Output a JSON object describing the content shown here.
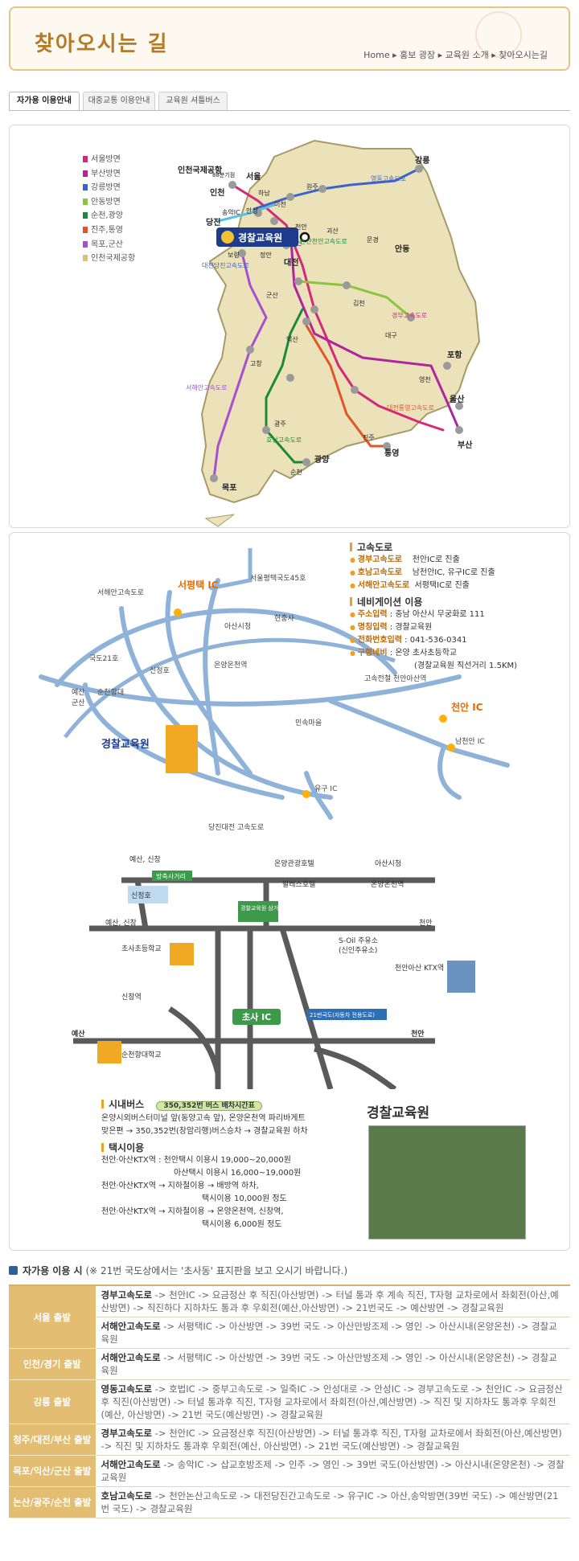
{
  "header": {
    "title": "찾아오시는 길",
    "breadcrumb": [
      "Home",
      "홍보 광장",
      "교육원 소개",
      "찾아오시는길"
    ]
  },
  "tabs": [
    "자가용 이용안내",
    "대중교통 이용안내",
    "교육원 셔틀버스"
  ],
  "legend": [
    {
      "label": "서울방면",
      "color": "#d4297a"
    },
    {
      "label": "부산방면",
      "color": "#b0259e"
    },
    {
      "label": "강릉방면",
      "color": "#3e63c8"
    },
    {
      "label": "안동방면",
      "color": "#8bc53f"
    },
    {
      "label": "순천,광양",
      "color": "#1a8a3a"
    },
    {
      "label": "진주,통영",
      "color": "#e2552a"
    },
    {
      "label": "목포,군산",
      "color": "#a64fd0"
    },
    {
      "label": "인천국제공항",
      "color": "#d8c27a"
    }
  ],
  "map1": {
    "cities": [
      "인천국제공항",
      "88분기점",
      "서울",
      "하남",
      "이천",
      "원주",
      "강릉",
      "영동고속도로",
      "인천",
      "송악IC",
      "안성",
      "당진",
      "아산",
      "천안",
      "괴산",
      "문경",
      "안동",
      "보령",
      "정안",
      "대전",
      "논산천안고속도로",
      "대천당진고속도로",
      "군산",
      "김천",
      "대구",
      "포항",
      "경부고속도로",
      "고창",
      "익산",
      "영천",
      "울산",
      "서해안고속도로",
      "광주",
      "대전통영고속도로",
      "진주",
      "통영",
      "부산",
      "목포",
      "호남고속도로",
      "순천",
      "광양"
    ],
    "marker": "경찰교육원"
  },
  "map2": {
    "labels": [
      "서해안고속도로",
      "서평택 IC",
      "서울평택국도45호",
      "현충사",
      "아산시청",
      "국도21호",
      "신정호",
      "온양온천역",
      "순천향대",
      "예산",
      "군산",
      "고속전철 천안아산역",
      "천안 IC",
      "남천안 IC",
      "민속마을",
      "경찰교육원",
      "유구 IC",
      "당진대전 고속도로"
    ]
  },
  "info": {
    "highway_title": "고속도로",
    "highway": [
      {
        "k": "경부고속도로",
        "v": "천안IC로 진출"
      },
      {
        "k": "호남고속도로",
        "v": "남천안IC, 유구IC로 진출"
      },
      {
        "k": "서해안고속도로",
        "v": "서평택IC로 진출"
      }
    ],
    "nav_title": "네비게이션 이용",
    "nav": [
      {
        "k": "주소입력",
        "v": "충남 아산시 무궁화로 111"
      },
      {
        "k": "명칭입력",
        "v": "경찰교육원"
      },
      {
        "k": "전화번호입력",
        "v": "041-536-0341"
      },
      {
        "k": "구형네비",
        "v": "온양 초사초등학교"
      }
    ],
    "nav_note": "(경찰교육원 직선거리 1.5KM)"
  },
  "map3": {
    "labels": [
      "예산, 신창",
      "방축사거리",
      "온양관광호텔",
      "아산시청",
      "신정호",
      "팔레스호텔",
      "온양온천역",
      "경찰교육원 삼거리",
      "예산, 신창",
      "천안",
      "S-Oil 주유소",
      "(신인주유소)",
      "초사초등학교",
      "천안아산 KTX역",
      "신창역",
      "초사 IC",
      "21번국도(자동차 전용도로)",
      "예산",
      "천안",
      "순천향대학교"
    ]
  },
  "bus": {
    "title": "시내버스",
    "badge": "350,352번 버스 배차시간표",
    "lines": [
      "온양시외버스터미널 앞(동양고속 앞), 온양온천역 파리바게트",
      "맞은편 → 350,352번(창암리행)버스승차 → 경찰교육원 하차"
    ],
    "taxi_title": "택시이용",
    "taxi": [
      "천안·아산KTX역 : 천안택시 이용시 19,000~20,000원",
      "아산택시 이용시 16,000~19,000원",
      "천안·아산KTX역 → 지하철이용 → 배방역 하차,",
      "택시이용 10,000원 정도",
      "천안·아산KTX역 → 지하철이용 → 온양온천역, 신창역,",
      "택시이용 6,000원 정도"
    ],
    "photo_title": "경찰교육원"
  },
  "note": {
    "title": "자가용 이용 시",
    "text": "(※ 21번 국도상에서는 '초사동' 표지판을 보고 오시기 바랍니다.)"
  },
  "routes": [
    {
      "from": "서울 출발",
      "rows": [
        {
          "hw": "경부고속도로",
          "text": " -> 천안IC -> 요금정산 후 직진(아산방면) -> 터널 통과 후 계속 직진, T자형 교차로에서 좌회전(아산,예산방면) -> 직진하다 지하차도 통과 후 우회전(예산,아산방면) -> 21번국도 -> 예산방면 -> 경찰교육원"
        },
        {
          "hw": "서해안고속도로",
          "text": " -> 서평택IC -> 아산방면 -> 39번 국도 -> 아산만방조제 -> 영인 -> 아산시내(온양온천) -> 경찰교육원"
        }
      ]
    },
    {
      "from": "인천/경기 출발",
      "rows": [
        {
          "hw": "서해안고속도로",
          "text": " -> 서평택IC -> 아산방면 -> 39번 국도 -> 아산만방조제 -> 영인 -> 아산시내(온양온천) -> 경찰교육원"
        }
      ]
    },
    {
      "from": "강릉 출발",
      "rows": [
        {
          "hw": "영동고속도로",
          "text": " -> 호법IC -> 중부고속도로 -> 일죽IC -> 안성대로 -> 안성IC -> 경부고속도로 -> 천안IC -> 요금정산후 직진(아산방면) -> 터널 통과후 직진, T자형 교차로에서 좌회전(아산,예산방면) -> 직진 및 지하차도 통과후 우회전(예산, 아산방면) -> 21번 국도(예산방면) -> 경찰교육원"
        }
      ]
    },
    {
      "from": "청주/대전/부산 출발",
      "rows": [
        {
          "hw": "경부고속도로",
          "text": " -> 천안IC -> 요금정산후 직진(아산방면) -> 터널 통과후 직진, T자형 교차로에서 좌회전(아산,예산방면) -> 직진 및 지하차도 통과후 우회전(예산, 아산방면) -> 21번 국도(예산방면) -> 경찰교육원"
        }
      ]
    },
    {
      "from": "목포/익산/군산 출발",
      "rows": [
        {
          "hw": "서해안고속도로",
          "text": " -> 송악IC -> 삽교호방조제 -> 인주 -> 영인 -> 39번 국도(아산방면) -> 아산시내(온양온천) -> 경찰교육원"
        }
      ]
    },
    {
      "from": "논산/광주/순천 출발",
      "rows": [
        {
          "hw": "호남고속도로",
          "text": " -> 천안논산고속도로 -> 대전당진간고속도로 -> 유구IC -> 아산,송악방면(39번 국도) -> 예산방면(21번 국도) -> 경찰교육원"
        }
      ]
    }
  ]
}
